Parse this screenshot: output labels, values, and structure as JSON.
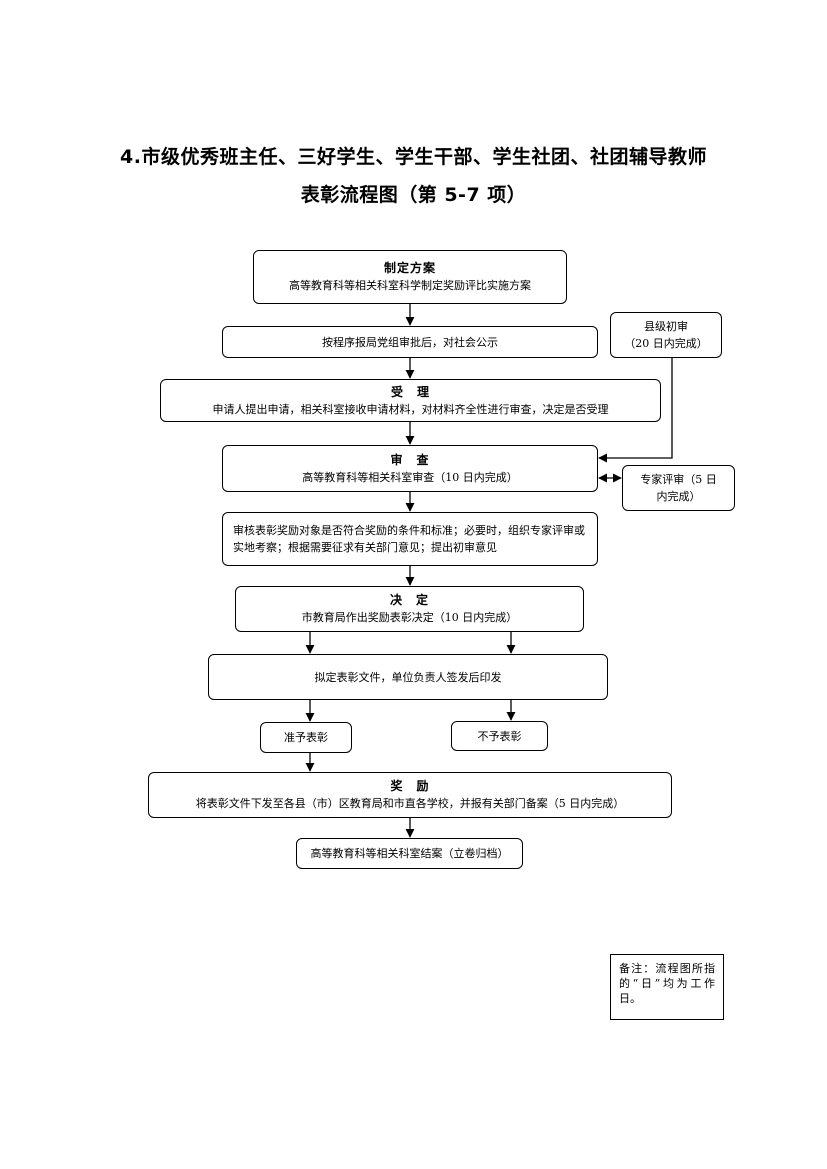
{
  "title": {
    "line1": "4.市级优秀班主任、三好学生、学生干部、学生社团、社团辅导教师",
    "line2": "表彰流程图（第 5-7 项）"
  },
  "steps": {
    "plan": {
      "heading": "制定方案",
      "text": "高等教育科等相关科室科学制定奖励评比实施方案"
    },
    "publicize": {
      "text": "按程序报局党组审批后，对社会公示"
    },
    "county_review": {
      "line1": "县级初审",
      "line2": "（20 日内完成）"
    },
    "accept": {
      "heading": "受　理",
      "text": "申请人提出申请，相关科室接收申请材料，对材料齐全性进行审查，决定是否受理"
    },
    "review": {
      "heading": "审　查",
      "text": "高等教育科等相关科室审查（10 日内完成）"
    },
    "expert_review": {
      "line1": "专家评审（5 日",
      "line2": "内完成）"
    },
    "verify": {
      "text": "审核表彰奖励对象是否符合奖励的条件和标准；必要时，组织专家评审或实地考察；根据需要征求有关部门意见；提出初审意见"
    },
    "decide": {
      "heading": "决　定",
      "text": "市教育局作出奖励表彰决定（10 日内完成）"
    },
    "draft": {
      "text": "拟定表彰文件，单位负责人签发后印发"
    },
    "approve": {
      "text": "准予表彰"
    },
    "reject": {
      "text": "不予表彰"
    },
    "reward": {
      "heading": "奖　励",
      "text": "将表彰文件下发至各县（市）区教育局和市直各学校，并报有关部门备案（5 日内完成）"
    },
    "archive": {
      "text": "高等教育科等相关科室结案（立卷归档）"
    }
  },
  "note": {
    "text": "备注：流程图所指的“日”均为工作日。"
  }
}
